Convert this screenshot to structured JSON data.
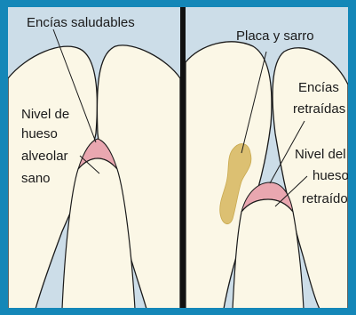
{
  "left_panel": {
    "label_top": "Encías saludables",
    "label_bone": [
      "Nivel de",
      "hueso",
      "alveolar",
      "sano"
    ]
  },
  "right_panel": {
    "label_top": "Placa y sarro",
    "label_gums": [
      "Encías",
      "retraídas"
    ],
    "label_bone": [
      "Nivel del",
      "hueso",
      "retraído"
    ]
  },
  "colors": {
    "border": "#1487b8",
    "gum": "#ccdde8",
    "tooth": "#fbf7e6",
    "bone_band": "#e9a7b0",
    "plaque": "#dcc072",
    "divider": "#111111"
  }
}
